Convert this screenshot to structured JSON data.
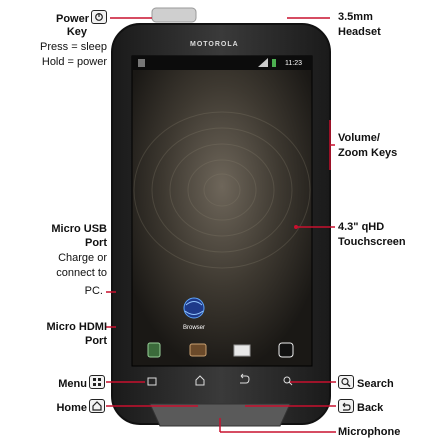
{
  "brand": "MOTOROLA",
  "status_bar": {
    "time": "11:23"
  },
  "home_screen": {
    "browser_label": "Browser"
  },
  "callouts": {
    "power_key": {
      "title_line1": "Power",
      "title_line2": "Key",
      "note1": "Press = sleep",
      "note2": "Hold = power",
      "icon": "power-icon"
    },
    "micro_usb": {
      "title_line1": "Micro USB",
      "title_line2": "Port",
      "note1": "Charge or",
      "note2": "connect to",
      "note3": "PC."
    },
    "micro_hdmi": {
      "title_line1": "Micro HDMI",
      "title_line2": "Port"
    },
    "menu": {
      "title": "Menu",
      "icon": "menu-icon"
    },
    "home": {
      "title": "Home",
      "icon": "home-icon"
    },
    "headset": {
      "title_line1": "3.5mm",
      "title_line2": "Headset"
    },
    "volume": {
      "title_line1": "Volume/",
      "title_line2": "Zoom Keys"
    },
    "touchscreen": {
      "title_line1": "4.3\" qHD",
      "title_line2": "Touchscreen"
    },
    "search": {
      "title": "Search",
      "icon": "search-icon"
    },
    "back": {
      "title": "Back",
      "icon": "back-icon"
    },
    "microphone": {
      "title": "Microphone"
    }
  },
  "colors": {
    "leader_line": "#c8102e",
    "phone_body": "#2a2a2a",
    "screen_bg": "#1c1a17"
  }
}
